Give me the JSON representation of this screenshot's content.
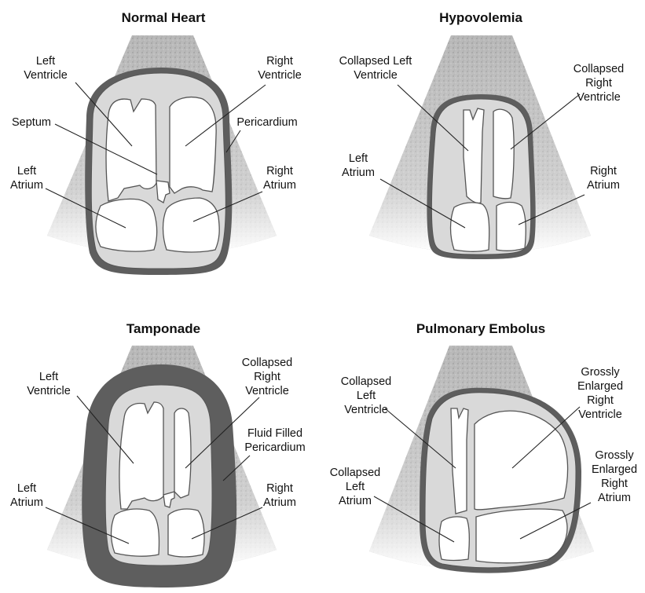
{
  "colors": {
    "sector": "#b8b8b8",
    "pericardium": "#5e5e5e",
    "myocardium": "#d9d9d9",
    "chamber": "#ffffff",
    "text": "#111111"
  },
  "panels": [
    {
      "title": "Normal Heart",
      "labels": {
        "lv": [
          "Left",
          "Ventricle"
        ],
        "rv": [
          "Right",
          "Ventricle"
        ],
        "septum": [
          "Septum"
        ],
        "pericardium": [
          "Pericardium"
        ],
        "la": [
          "Left",
          "Atrium"
        ],
        "ra": [
          "Right",
          "Atrium"
        ]
      }
    },
    {
      "title": "Hypovolemia",
      "labels": {
        "lv": [
          "Collapsed Left",
          "Ventricle"
        ],
        "rv": [
          "Collapsed",
          "Right",
          "Ventricle"
        ],
        "la": [
          "Left",
          "Atrium"
        ],
        "ra": [
          "Right",
          "Atrium"
        ]
      }
    },
    {
      "title": "Tamponade",
      "labels": {
        "lv": [
          "Left",
          "Ventricle"
        ],
        "rv": [
          "Collapsed",
          "Right",
          "Ventricle"
        ],
        "pericardium": [
          "Fluid Filled",
          "Pericardium"
        ],
        "la": [
          "Left",
          "Atrium"
        ],
        "ra": [
          "Right",
          "Atrium"
        ]
      }
    },
    {
      "title": "Pulmonary Embolus",
      "labels": {
        "lv": [
          "Collapsed",
          "Left",
          "Ventricle"
        ],
        "rv": [
          "Grossly",
          "Enlarged",
          "Right",
          "Ventricle"
        ],
        "la": [
          "Collapsed",
          "Left",
          "Atrium"
        ],
        "ra": [
          "Grossly",
          "Enlarged",
          "Right",
          "Atrium"
        ]
      }
    }
  ]
}
